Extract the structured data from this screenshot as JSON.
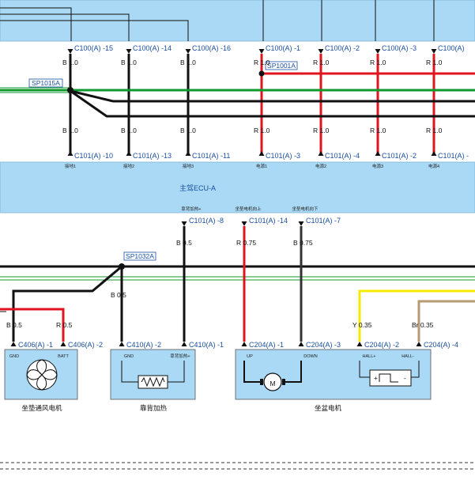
{
  "colors": {
    "red": "#e0141e",
    "black": "#111111",
    "green": "#0f9a2e",
    "yellow": "#f5ec00",
    "brown": "#b59a74",
    "box_fill": "#a9d9f5",
    "label_blue": "#1a4fa0"
  },
  "ecu": {
    "title": "主驾ECU-A"
  },
  "splices": {
    "sp1015": "SP1015A",
    "sp1001": "SP1001A",
    "sp1032": "SP1032A"
  },
  "upper_connectors": [
    {
      "top": "C100(A)",
      "top_pin": "-15",
      "wire": "B 1.0",
      "bottom": "C101(A)",
      "bottom_pin": "-10",
      "func": "接地1"
    },
    {
      "top": "C100(A)",
      "top_pin": "-14",
      "wire": "B 1.0",
      "bottom": "C101(A)",
      "bottom_pin": "-13",
      "func": "接地2"
    },
    {
      "top": "C100(A)",
      "top_pin": "-16",
      "wire": "B 1.0",
      "bottom": "C101(A)",
      "bottom_pin": "-11",
      "func": "接地3"
    },
    {
      "top": "C100(A)",
      "top_pin": "-1",
      "wire": "R 1.0",
      "bottom": "C101(A)",
      "bottom_pin": "-3",
      "func": "电源1"
    },
    {
      "top": "C100(A)",
      "top_pin": "-2",
      "wire": "R 1.0",
      "bottom": "C101(A)",
      "bottom_pin": "-4",
      "func": "电源2"
    },
    {
      "top": "C100(A)",
      "top_pin": "-3",
      "wire": "R 1.0",
      "bottom": "C101(A)",
      "bottom_pin": "-2",
      "func": "电源3"
    },
    {
      "top": "C100(A)",
      "top_pin": "",
      "wire": "R 1.0",
      "bottom": "C101(A)",
      "bottom_pin": "-",
      "func": "电源4"
    }
  ],
  "ecu_outputs": [
    {
      "func": "靠背加热+",
      "conn": "C101(A)",
      "pin": "-8",
      "wire": "B 0.5"
    },
    {
      "func": "坐垫电机向上",
      "conn": "C101(A)",
      "pin": "-14",
      "wire": "R 0.75"
    },
    {
      "func": "坐垫电机向下",
      "conn": "C101(A)",
      "pin": "-7",
      "wire": "B 0.75"
    }
  ],
  "fan": {
    "name": "坐垫通风电机",
    "pins": [
      {
        "conn": "C406(A)",
        "pin": "-1",
        "wire": "B 0.5",
        "func": "GND"
      },
      {
        "conn": "C406(A)",
        "pin": "-2",
        "wire": "R 0.5",
        "func": "BATT"
      }
    ]
  },
  "heater": {
    "name": "靠背加热",
    "extra_wire": "B 0.5",
    "pins": [
      {
        "conn": "C410(A)",
        "pin": "-2",
        "func": "GND"
      },
      {
        "conn": "C410(A)",
        "pin": "-1",
        "func": "靠背加热+"
      }
    ]
  },
  "motor": {
    "name": "坐盆电机",
    "symbol": "M",
    "pins": [
      {
        "conn": "C204(A)",
        "pin": "-1",
        "func": "UP"
      },
      {
        "conn": "C204(A)",
        "pin": "-3",
        "func": "DOWN"
      },
      {
        "conn": "C204(A)",
        "pin": "-2",
        "func": "HALL+",
        "wire": "Y 0.35"
      },
      {
        "conn": "C204(A)",
        "pin": "-4",
        "func": "HALL-",
        "wire": "Br 0.35"
      }
    ],
    "hall_plus": "+",
    "hall_minus": "-"
  }
}
